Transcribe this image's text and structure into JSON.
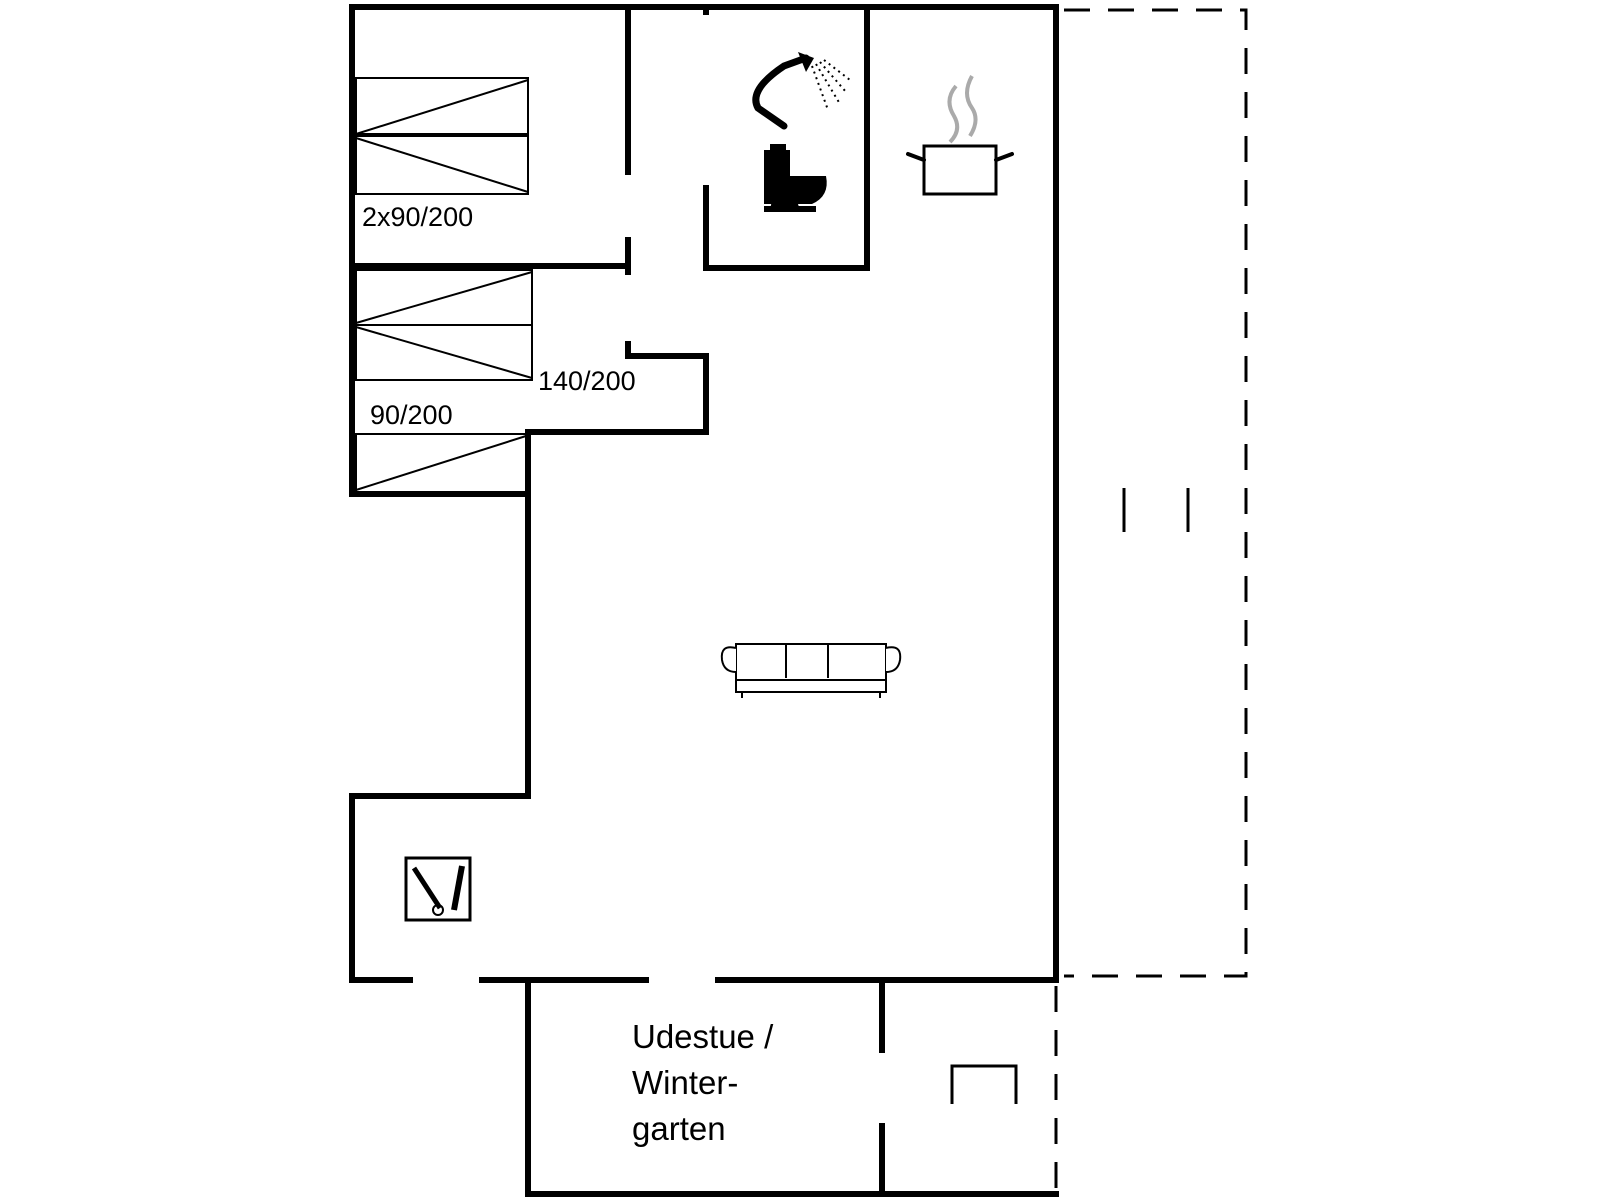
{
  "labels": {
    "bed_top": "2x90/200",
    "bed_double": "140/200",
    "bed_single": "90/200",
    "sunroom_line1": "Udestue /",
    "sunroom_line2": "Winter-",
    "sunroom_line3": "garten"
  },
  "icons": {
    "shower": "shower-icon",
    "toilet": "toilet-icon",
    "kitchen": "cooking-pot-icon",
    "sofa": "sofa-icon",
    "utility": "washing-machine-icon"
  }
}
